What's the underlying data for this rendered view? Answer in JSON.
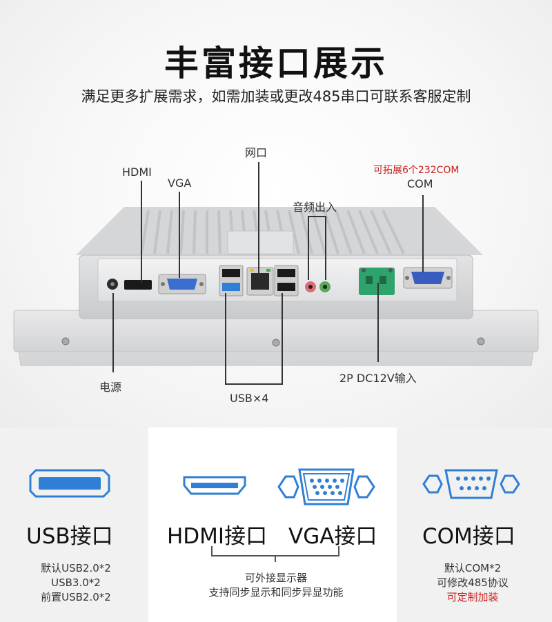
{
  "header": {
    "title": "丰富接口展示",
    "subtitle": "满足更多扩展需求，如需加装或更改485串口可联系客服定制"
  },
  "ports": {
    "hdmi": "HDMI",
    "vga": "VGA",
    "lan": "网口",
    "audio": "音频出入",
    "com_note": "可拓展6个232COM",
    "com": "COM",
    "power": "电源",
    "usb": "USB×4",
    "dc_in": "2P DC12V输入"
  },
  "features": {
    "usb": {
      "name": "USB接口",
      "lines": [
        "默认USB2.0*2",
        "USB3.0*2",
        "前置USB2.0*2"
      ]
    },
    "display": {
      "hdmi_name": "HDMI接口",
      "vga_name": "VGA接口",
      "lines": [
        "可外接显示器",
        "支持同步显示和同步异显功能"
      ]
    },
    "com": {
      "name": "COM接口",
      "lines": [
        "默认COM*2",
        "可修改485协议"
      ],
      "highlight": "可定制加装"
    }
  },
  "colors": {
    "accent_blue": "#2f7fd6",
    "highlight_red": "#c81e1e",
    "device_silver": "#d9dadc"
  }
}
